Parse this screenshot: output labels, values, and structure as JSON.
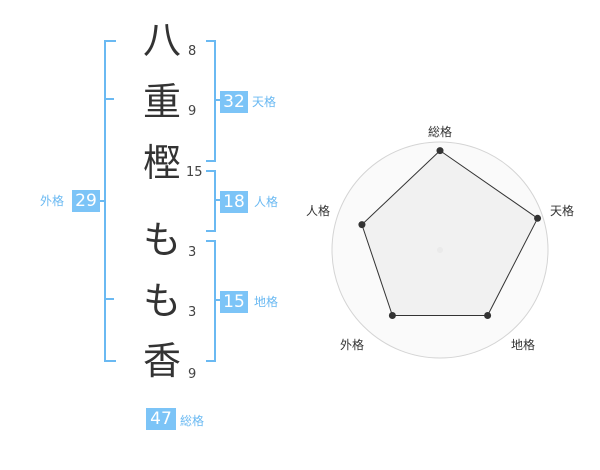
{
  "name_chars": [
    {
      "char": "八",
      "strokes": "8"
    },
    {
      "char": "重",
      "strokes": "9"
    },
    {
      "char": "樫",
      "strokes": "15"
    },
    {
      "char": "も",
      "strokes": "3"
    },
    {
      "char": "も",
      "strokes": "3"
    },
    {
      "char": "香",
      "strokes": "9"
    }
  ],
  "grid": {
    "tenkaku": {
      "value": "32",
      "label": "天格"
    },
    "jinkaku": {
      "value": "18",
      "label": "人格"
    },
    "chikaku": {
      "value": "15",
      "label": "地格"
    },
    "gaikaku": {
      "value": "29",
      "label": "外格"
    },
    "soukaku": {
      "value": "47",
      "label": "総格"
    }
  },
  "chart_data": {
    "type": "radar",
    "axes": [
      "総格",
      "天格",
      "地格",
      "外格",
      "人格"
    ],
    "values": [
      0.92,
      0.95,
      0.75,
      0.75,
      0.76
    ],
    "rings": 4,
    "colors": {
      "fill": "#eeeeee",
      "line": "#333333",
      "grid": "#d4d4d4"
    }
  },
  "colors": {
    "accent": "#7cc4f7",
    "bracket": "#6ab9f2"
  }
}
